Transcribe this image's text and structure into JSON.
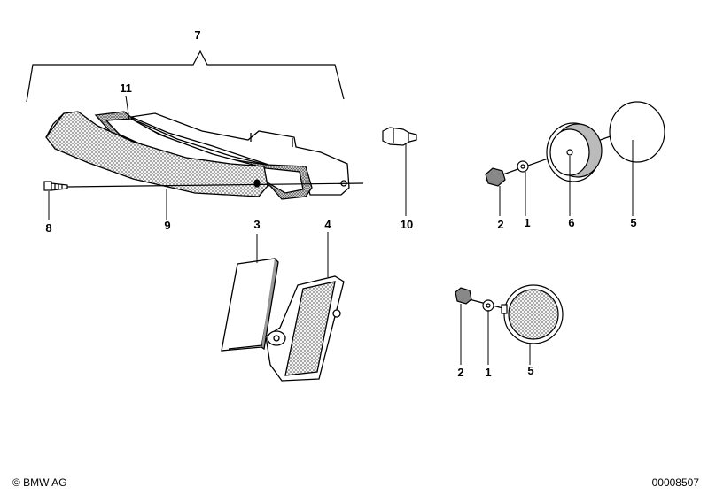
{
  "callouts": {
    "n7": "7",
    "n11": "11",
    "n8": "8",
    "n9": "9",
    "n10": "10",
    "n3": "3",
    "n4": "4",
    "n2a": "2",
    "n1a": "1",
    "n6": "6",
    "n5a": "5",
    "n2b": "2",
    "n1b": "1",
    "n5b": "5"
  },
  "footer": {
    "copyright": "© BMW AG",
    "doc_number": "00008507"
  },
  "colors": {
    "line": "#000000",
    "background": "#ffffff",
    "grey": "#9a9a9a"
  }
}
